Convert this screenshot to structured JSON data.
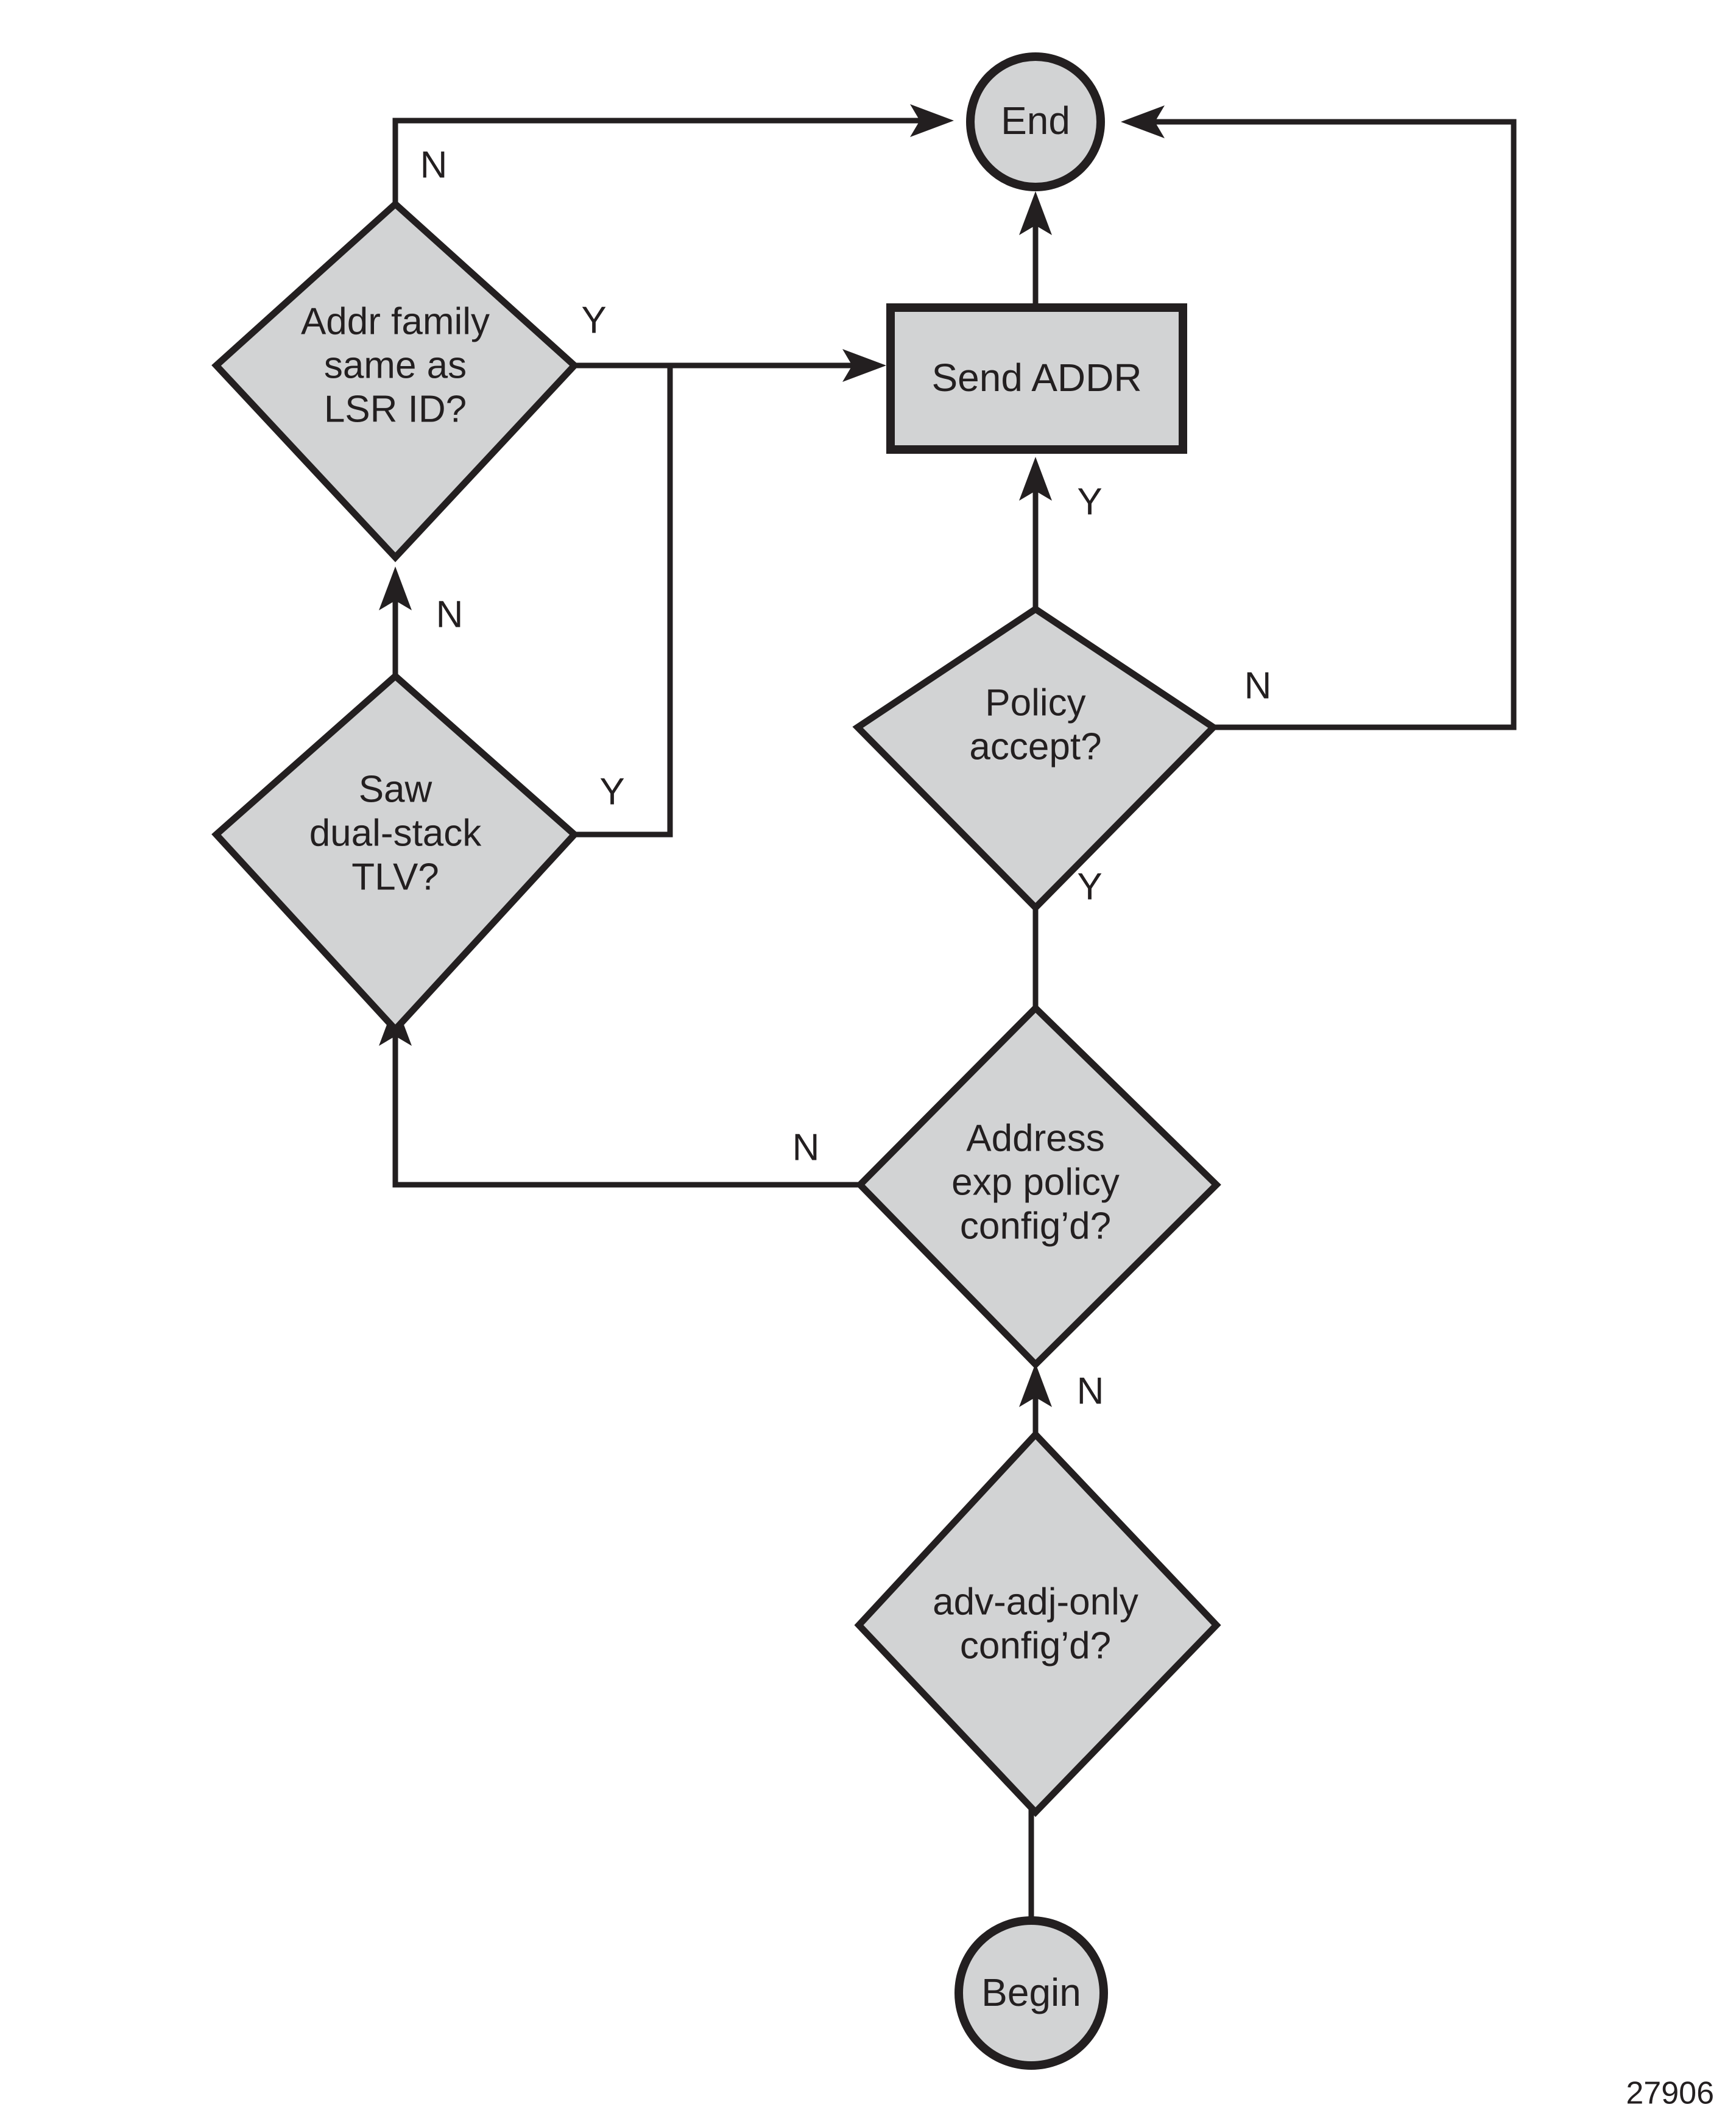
{
  "figure": {
    "number": "27906",
    "background_color": "#ffffff",
    "shape_fill": "#d2d3d4",
    "line_color": "#231f20"
  },
  "nodes": {
    "begin": {
      "label": "Begin",
      "shape": "circle"
    },
    "end": {
      "label": "End",
      "shape": "circle"
    },
    "send_addr": {
      "label": "Send ADDR",
      "shape": "process"
    },
    "adv_adj_only": {
      "label_line1": "adv-adj-only",
      "label_line2": "config’d?",
      "shape": "decision"
    },
    "address_exp_policy": {
      "label_line1": "Address",
      "label_line2": "exp policy",
      "label_line3": "config’d?",
      "shape": "decision"
    },
    "policy_accept": {
      "label_line1": "Policy",
      "label_line2": "accept?",
      "shape": "decision"
    },
    "saw_dual_stack_tlv": {
      "label_line1": "Saw",
      "label_line2": "dual-stack",
      "label_line3": "TLV?",
      "shape": "decision"
    },
    "addr_family_same": {
      "label_line1": "Addr family",
      "label_line2": "same as",
      "label_line3": "LSR ID?",
      "shape": "decision"
    }
  },
  "edges": {
    "begin_to_adv_adj": {
      "label": ""
    },
    "adv_adj_no": {
      "label": "N"
    },
    "addr_exp_policy_yes": {
      "label": "Y"
    },
    "addr_exp_policy_no": {
      "label": "N"
    },
    "policy_accept_yes": {
      "label": "Y"
    },
    "policy_accept_no": {
      "label": "N"
    },
    "send_addr_to_end": {
      "label": ""
    },
    "saw_dual_stack_yes": {
      "label": "Y"
    },
    "saw_dual_stack_no": {
      "label": "N"
    },
    "addr_family_yes": {
      "label": "Y"
    },
    "addr_family_no": {
      "label": "N"
    }
  }
}
